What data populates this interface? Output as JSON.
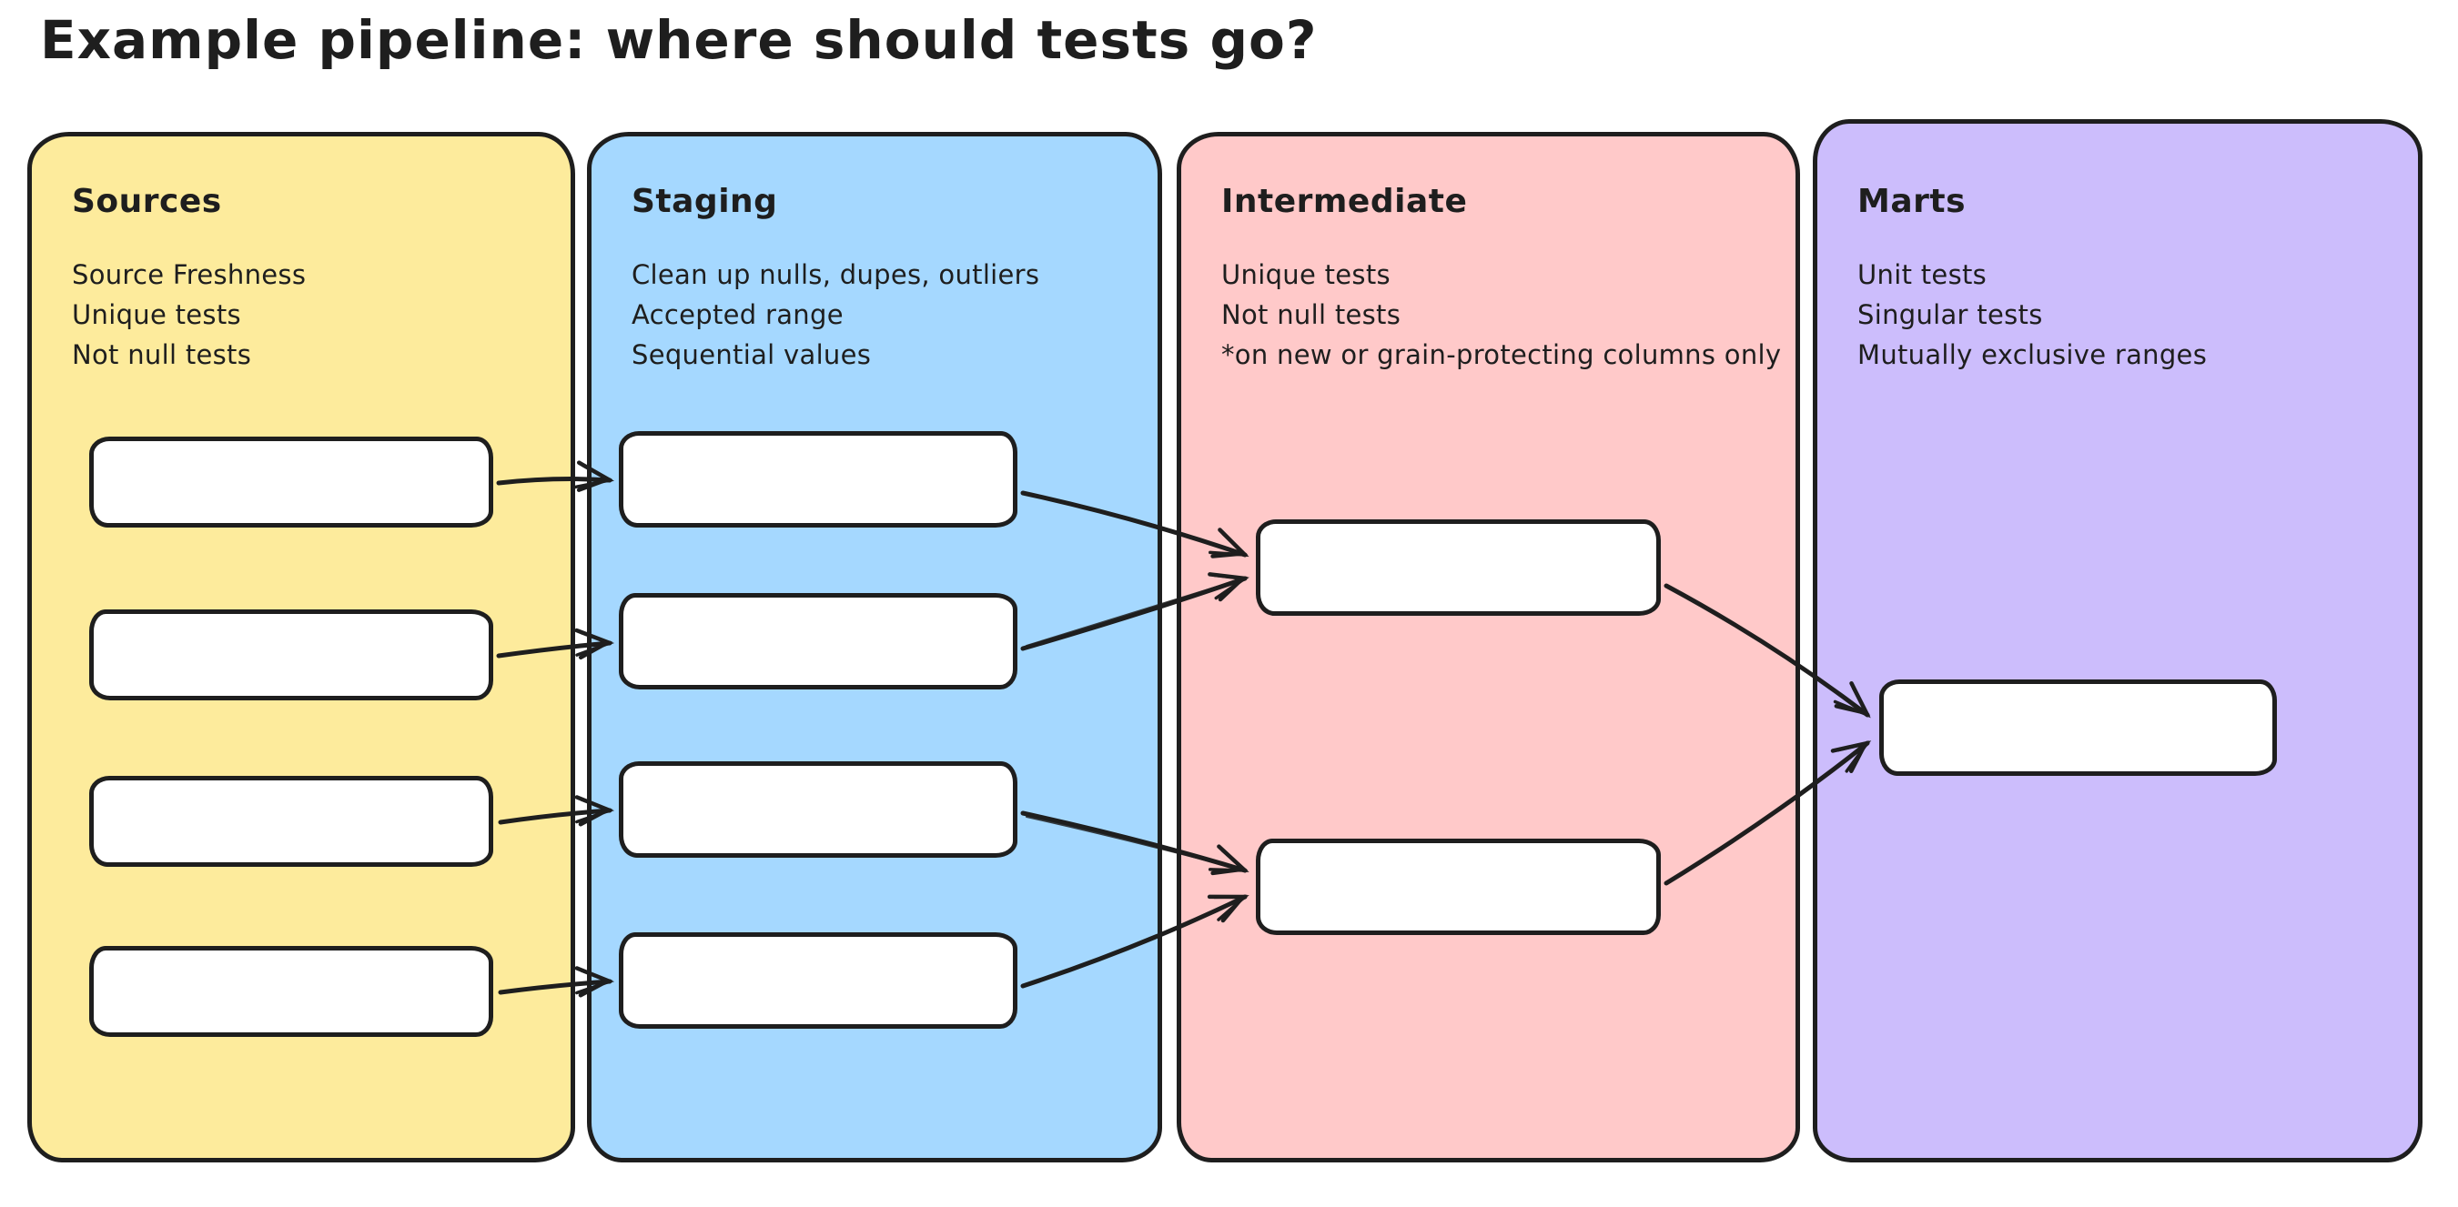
{
  "title": "Example pipeline: where should tests go?",
  "colors": {
    "background": "#ffffff",
    "stroke": "#1e1e1e",
    "node_fill": "#ffffff",
    "sources_fill": "#fdeb9c",
    "staging_fill": "#a5d8ff",
    "intermediate_fill": "#ffc9c9",
    "marts_fill": "#ccbdfc"
  },
  "columns": [
    {
      "id": "sources",
      "title": "Sources",
      "fill": "#fdeb9c",
      "notes": [
        "Source Freshness",
        "Unique tests",
        "Not null tests"
      ],
      "node_count": 4
    },
    {
      "id": "staging",
      "title": "Staging",
      "fill": "#a5d8ff",
      "notes": [
        "Clean up nulls, dupes, outliers",
        "Accepted range",
        "Sequential values"
      ],
      "node_count": 4
    },
    {
      "id": "intermediate",
      "title": "Intermediate",
      "fill": "#ffc9c9",
      "notes": [
        "Unique tests",
        "Not null tests",
        "*on new or grain-protecting columns only"
      ],
      "node_count": 2
    },
    {
      "id": "marts",
      "title": "Marts",
      "fill": "#ccbdfc",
      "notes": [
        "Unit tests",
        "Singular tests",
        "Mutually exclusive ranges"
      ],
      "node_count": 1
    }
  ],
  "edges": [
    {
      "from": "sources-1",
      "to": "staging-1"
    },
    {
      "from": "sources-2",
      "to": "staging-2"
    },
    {
      "from": "sources-3",
      "to": "staging-3"
    },
    {
      "from": "sources-4",
      "to": "staging-4"
    },
    {
      "from": "staging-1",
      "to": "intermediate-1"
    },
    {
      "from": "staging-2",
      "to": "intermediate-1"
    },
    {
      "from": "staging-3",
      "to": "intermediate-2"
    },
    {
      "from": "staging-4",
      "to": "intermediate-2"
    },
    {
      "from": "intermediate-1",
      "to": "marts-1"
    },
    {
      "from": "intermediate-2",
      "to": "marts-1"
    }
  ]
}
